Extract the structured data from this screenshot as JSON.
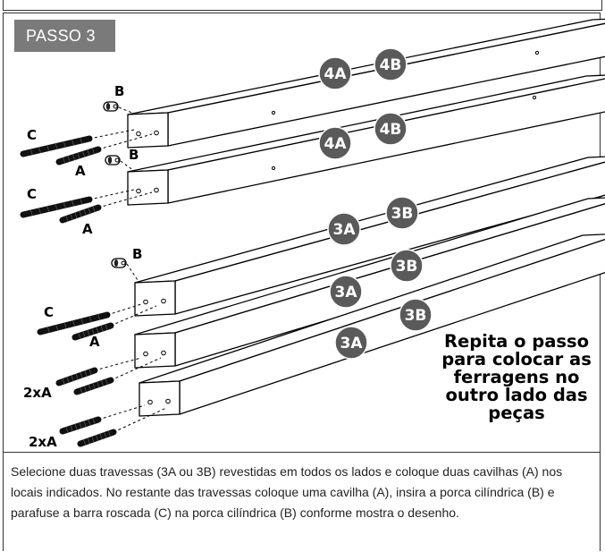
{
  "step_label": "PASSO 3",
  "badges": {
    "a4": "4A",
    "b4": "4B",
    "a3": "3A",
    "b3": "3B"
  },
  "part_labels": {
    "a": "A",
    "b": "B",
    "c": "C",
    "two_a": "2xA"
  },
  "note": "Repita o passo\npara colocar as\nferragens no\noutro lado das\npeças",
  "description": "Selecione duas travessas (3A ou 3B) revestidas em todos os lados e coloque duas cavilhas (A) nos locais indicados. No restante das travessas coloque uma cavilha (A), insira a porca cilíndrica (B) e parafuse a barra roscada (C) na porca cilíndrica (B) conforme mostra o desenho.",
  "colors": {
    "step_bg": "#7a7a7a",
    "badge_bg": "#5a5a5a",
    "ink": "#000000"
  }
}
